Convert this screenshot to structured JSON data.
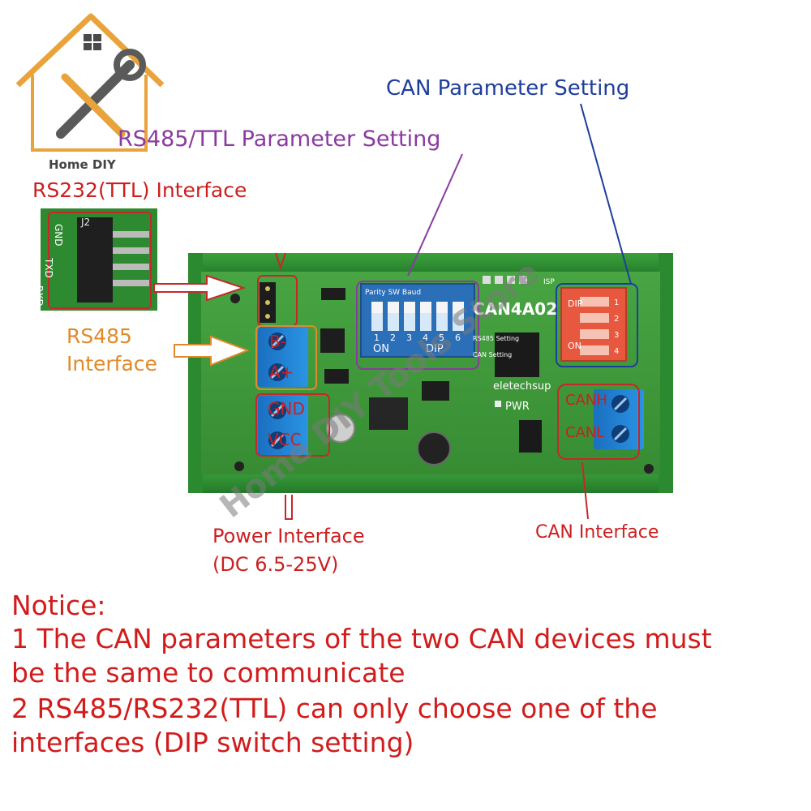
{
  "logo": {
    "caption": "Home DIY"
  },
  "labels": {
    "rs232": "RS232(TTL) Interface",
    "rs485_ttl_setting": "RS485/TTL Parameter Setting",
    "can_setting": "CAN Parameter Setting",
    "rs485_line1": "RS485",
    "rs485_line2": "Interface",
    "power_line1": "Power Interface",
    "power_line2": "(DC 6.5-25V)",
    "can_interface": "CAN Interface"
  },
  "connector_pins": {
    "ttl_header": [
      "GND",
      "TXD",
      "RXD"
    ],
    "rs485": [
      "B-",
      "A+"
    ],
    "power": [
      "GND",
      "VCC"
    ],
    "can": [
      "CANH",
      "CANL"
    ]
  },
  "pcb": {
    "model": "CAN4A02",
    "brand": "eletechsup",
    "pwr_led": "PWR",
    "dip_left": {
      "label": "DIP",
      "on": "ON",
      "numbers": [
        "1",
        "2",
        "3",
        "4",
        "5",
        "6"
      ],
      "top_text": "Parity SW  Baud"
    },
    "dip_right": {
      "label": "DIP",
      "on": "ON",
      "numbers": [
        "1",
        "2",
        "3",
        "4"
      ]
    },
    "silk_rs485": "RS485 Setting",
    "silk_can": "CAN Setting",
    "header_ref": "J2",
    "isp": "ISP"
  },
  "watermark": "Home DIY Tools Store",
  "notice": {
    "title": "Notice:",
    "lines": [
      "1 The CAN parameters of the two CAN devices must",
      "be the same to communicate",
      "2 RS485/RS232(TTL) can only choose one of the",
      "interfaces (DIP switch setting)"
    ]
  },
  "colors": {
    "pcb_green": "#3f9a3a",
    "rail_green": "#2f8f34",
    "terminal_blue": "#1f7fd0",
    "dip_blue": "#2a6fb8",
    "dip_red": "#e8583e",
    "annotation_red": "#cc1f1f",
    "annotation_purple": "#8a3aa0",
    "annotation_blue": "#1e3e9c",
    "annotation_orange": "#e08a2a"
  }
}
